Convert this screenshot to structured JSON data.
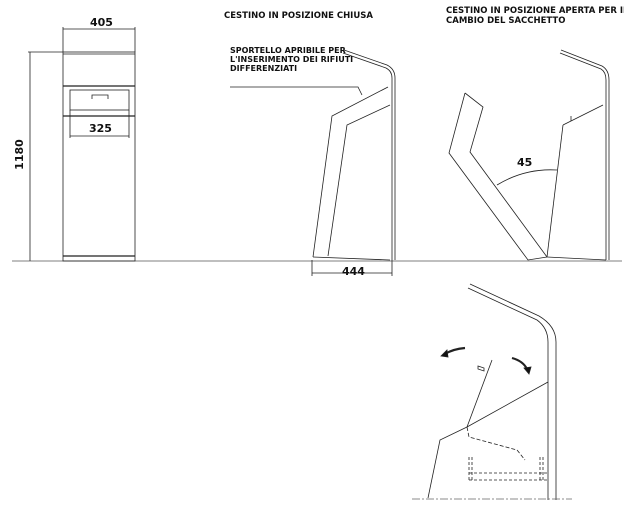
{
  "titles": {
    "closed": "CESTINO IN POSIZIONE CHIUSA",
    "open_line1": "CESTINO IN POSIZIONE APERTA PER IL",
    "open_line2": "CAMBIO DEL SACCHETTO"
  },
  "annotation": {
    "line1": "SPORTELLO APRIBILE PER",
    "line2": "L'INSERIMENTO DEI RIFIUTI",
    "line3": "DIFFERENZIATI"
  },
  "dimensions": {
    "width_top": "405",
    "width_slot": "325",
    "height": "1180",
    "depth": "444",
    "angle": "45"
  }
}
